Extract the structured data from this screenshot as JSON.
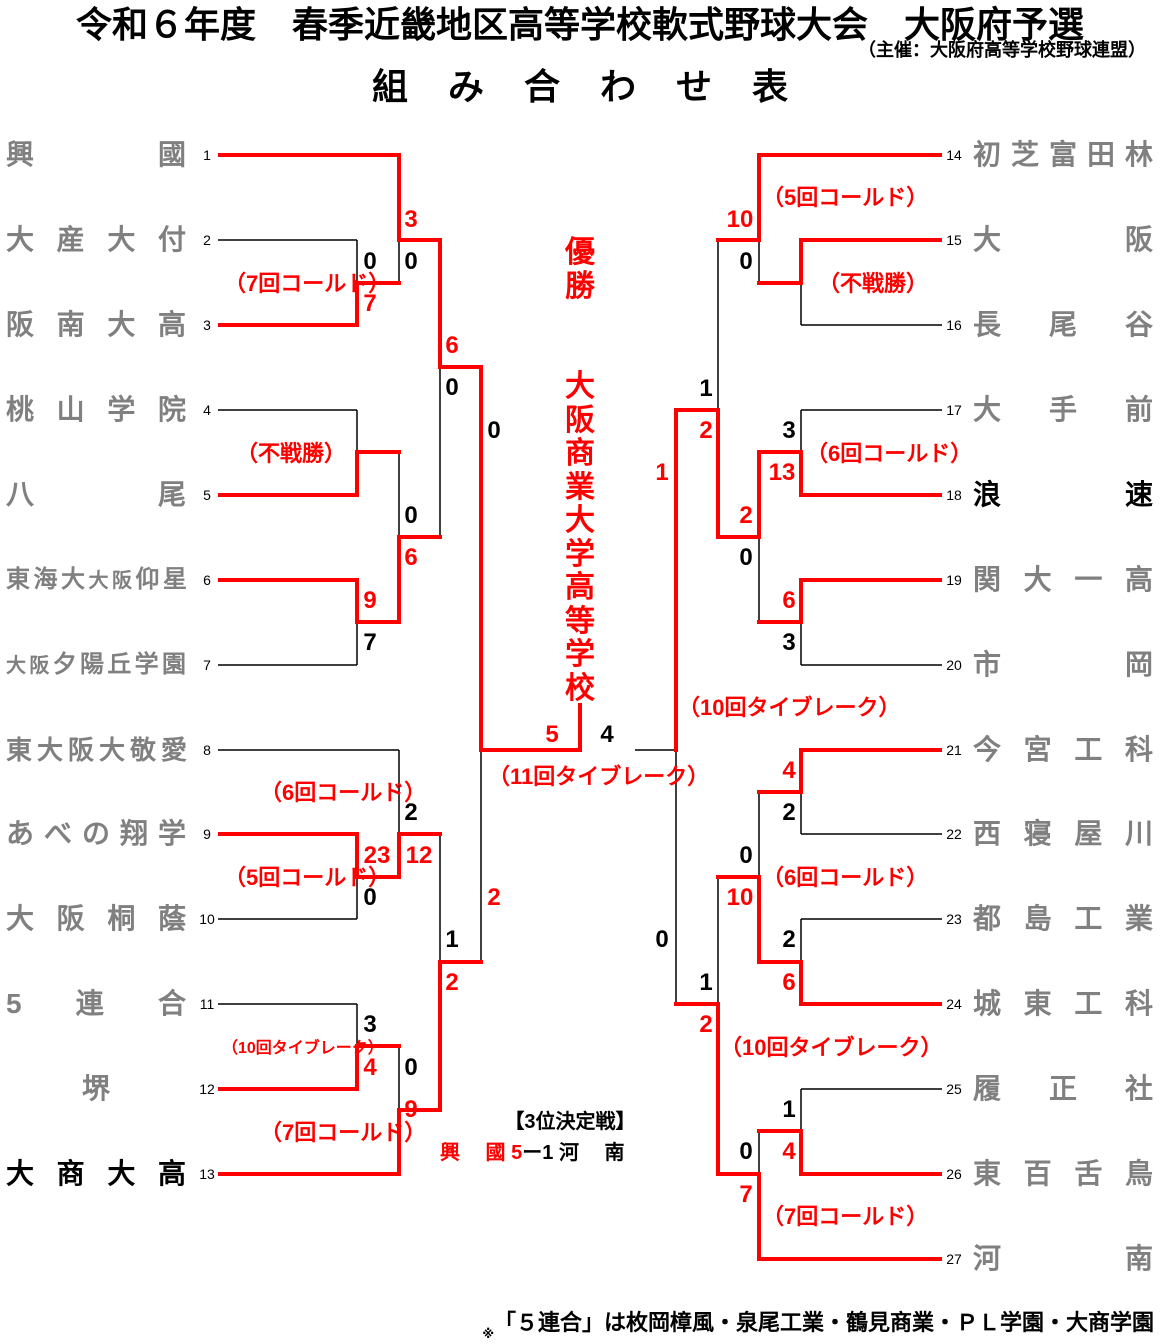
{
  "header": {
    "title": "令和６年度　春季近畿地区高等学校軟式野球大会　大阪府予選",
    "sponsor": "（主催：大阪府高等学校野球連盟）",
    "subtitle": "組み合わせ表"
  },
  "champion": {
    "label": "優勝",
    "name": "大阪商業大学高等学校"
  },
  "left_teams": [
    {
      "no": "1",
      "name": "興國"
    },
    {
      "no": "2",
      "name": "大産大付"
    },
    {
      "no": "3",
      "name": "阪南大高"
    },
    {
      "no": "4",
      "name": "桃山学院"
    },
    {
      "no": "5",
      "name": "八尾"
    },
    {
      "no": "6",
      "prefix": "東海大",
      "small": "大阪",
      "name": "仰星"
    },
    {
      "no": "7",
      "prefix": "",
      "small": "大阪",
      "name": "夕陽丘学園"
    },
    {
      "no": "8",
      "name": "東大阪大敬愛"
    },
    {
      "no": "9",
      "name": "あべの翔学"
    },
    {
      "no": "10",
      "name": "大阪桐蔭"
    },
    {
      "no": "11",
      "name": "5連合"
    },
    {
      "no": "12",
      "name": "堺"
    },
    {
      "no": "13",
      "name": "大商大高"
    }
  ],
  "right_teams": [
    {
      "no": "14",
      "name": "初芝富田林"
    },
    {
      "no": "15",
      "name": "大阪"
    },
    {
      "no": "16",
      "name": "長尾谷"
    },
    {
      "no": "17",
      "name": "大手前"
    },
    {
      "no": "18",
      "name": "浪速"
    },
    {
      "no": "19",
      "name": "関大一高"
    },
    {
      "no": "20",
      "name": "市岡"
    },
    {
      "no": "21",
      "name": "今宮工科"
    },
    {
      "no": "22",
      "name": "西寝屋川"
    },
    {
      "no": "23",
      "name": "都島工業"
    },
    {
      "no": "24",
      "name": "城東工科"
    },
    {
      "no": "25",
      "name": "履正社"
    },
    {
      "no": "26",
      "name": "東百舌鳥"
    },
    {
      "no": "27",
      "name": "河南"
    }
  ],
  "scores": {
    "l1": [
      "3",
      "0"
    ],
    "l2": [
      "0",
      "7"
    ],
    "l3": [
      "9",
      "7"
    ],
    "l4": [
      "0",
      "6"
    ],
    "l5": [
      "6",
      "0"
    ],
    "l6": [
      "2",
      "12"
    ],
    "l7": [
      "23",
      "0"
    ],
    "l8": [
      "3",
      "4"
    ],
    "l9": [
      "0",
      "9"
    ],
    "l10": [
      "1",
      "2"
    ],
    "l11": [
      "0",
      "2"
    ],
    "final": [
      "5",
      "4"
    ],
    "r1": [
      "10",
      "0"
    ],
    "r2": [
      "3",
      "13"
    ],
    "r3": [
      "6",
      "3"
    ],
    "r4": [
      "2",
      "0"
    ],
    "r5": [
      "1",
      "2"
    ],
    "r6": [
      "4",
      "2"
    ],
    "r7": [
      "2",
      "6"
    ],
    "r8": [
      "0",
      "10"
    ],
    "r9": [
      "1",
      "4"
    ],
    "r10": [
      "0",
      "7"
    ],
    "r11": [
      "1",
      "2"
    ],
    "r12": [
      "1",
      "0"
    ]
  },
  "notes": {
    "l_7cold": "（7回コールド）",
    "l_fusen": "（不戦勝）",
    "l_6cold": "（6回コールド）",
    "l_5cold": "（5回コールド）",
    "l_10tb": "（10回タイブレーク）",
    "l_7cold2": "（7回コールド）",
    "final_11tb": "（11回タイブレーク）",
    "r_5cold": "（5回コールド）",
    "r_fusen": "（不戦勝）",
    "r_6cold": "（6回コールド）",
    "r_10tb_top": "（10回タイブレーク）",
    "r_6cold2": "（6回コールド）",
    "r_10tb": "（10回タイブレーク）",
    "r_7cold": "（7回コールド）"
  },
  "third_place": {
    "heading": "【3位決定戦】",
    "winner": "興　 國",
    "winner_score": "5",
    "dash": "ー",
    "loser_score": "1",
    "loser": "河　 南"
  },
  "footer": {
    "mark": "※",
    "text": "「５連合」は枚岡樟風・泉尾工業・鶴見商業・ＰＬ学園・大商学園"
  },
  "colors": {
    "win": "#ff0000",
    "lose": "#000000",
    "team": "#808080"
  }
}
